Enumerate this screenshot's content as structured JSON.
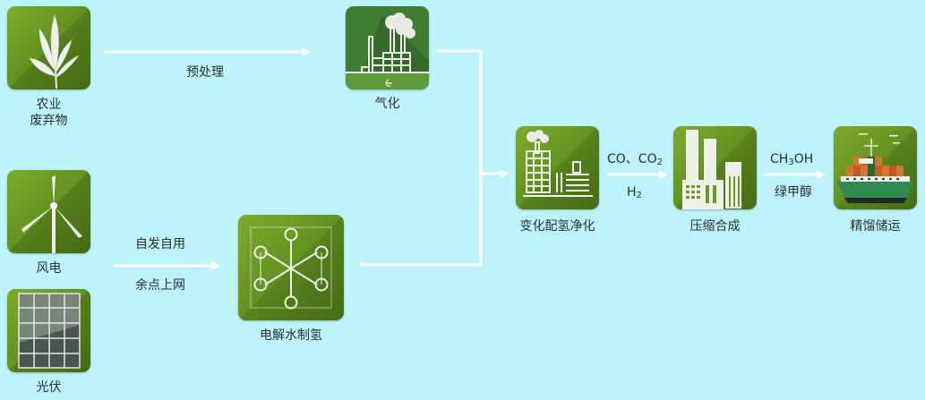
{
  "nodes": {
    "agri_waste": {
      "label_line1": "农业",
      "label_line2": "废弃物",
      "icon": "leaf-icon"
    },
    "wind": {
      "label": "风电",
      "icon": "wind-turbine-icon"
    },
    "solar": {
      "label": "光伏",
      "icon": "solar-panel-icon"
    },
    "gasification": {
      "label": "气化",
      "icon": "factory-icon"
    },
    "electrolysis": {
      "label": "电解水制氢",
      "icon": "molecule-icon"
    },
    "shift_purification": {
      "label": "变化配氢净化",
      "icon": "plant-building-icon"
    },
    "compression_synthesis": {
      "label": "压缩合成",
      "icon": "industrial-towers-icon"
    },
    "storage_transport": {
      "label": "精馏储运",
      "icon": "cargo-ship-icon"
    }
  },
  "edges": {
    "pretreatment": {
      "label": "预处理"
    },
    "power_use": {
      "label_top": "自发自用",
      "label_bottom": "余点上网"
    },
    "syngas": {
      "label_top_a": "CO、CO",
      "label_top_sub": "2",
      "label_bottom_a": "H",
      "label_bottom_sub": "2"
    },
    "methanol": {
      "label_top_a": "CH",
      "label_top_sub": "3",
      "label_top_b": "OH",
      "label_bottom": "绿甲醇"
    }
  },
  "colors": {
    "background": "#bdf4fb",
    "tile_green": "#6a9a22",
    "arrow": "#ffffff"
  }
}
